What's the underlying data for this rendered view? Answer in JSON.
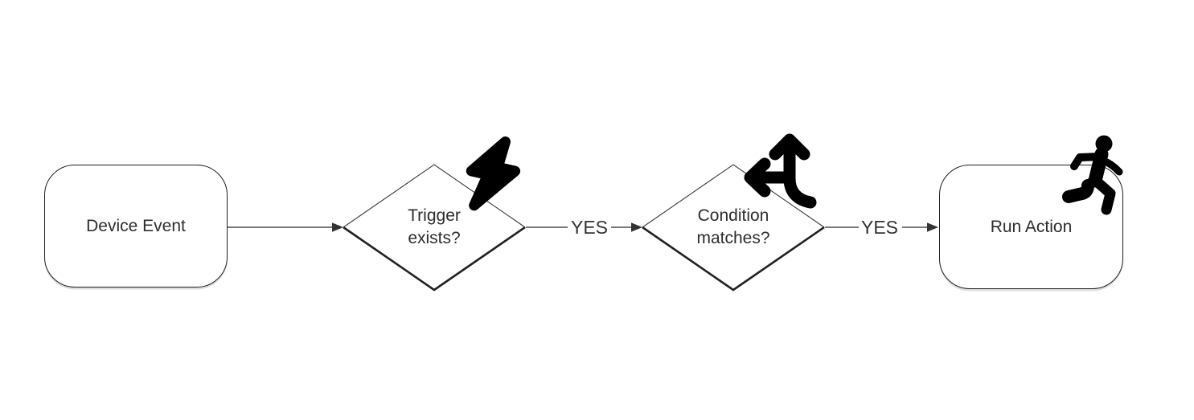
{
  "diagram": {
    "type": "flowchart",
    "direction": "left-to-right",
    "background": "#ffffff",
    "stroke_color": "#2b2b2b",
    "text_color": "#2d2d2d",
    "icon_color": "#000000",
    "nodes": [
      {
        "id": "device-event",
        "shape": "rounded-rectangle",
        "label": "Device Event"
      },
      {
        "id": "trigger-exists",
        "shape": "diamond",
        "label": "Trigger exists?",
        "line1": "Trigger",
        "line2": "exists?",
        "icon": "lightning-bolt-icon"
      },
      {
        "id": "condition-matches",
        "shape": "diamond",
        "label": "Condition matches?",
        "line1": "Condition",
        "line2": "matches?",
        "icon": "split-arrows-icon"
      },
      {
        "id": "run-action",
        "shape": "rounded-rectangle",
        "label": "Run Action",
        "icon": "person-running-icon"
      }
    ],
    "edges": [
      {
        "from": "device-event",
        "to": "trigger-exists",
        "label": ""
      },
      {
        "from": "trigger-exists",
        "to": "condition-matches",
        "label": "YES"
      },
      {
        "from": "condition-matches",
        "to": "run-action",
        "label": "YES"
      }
    ]
  }
}
